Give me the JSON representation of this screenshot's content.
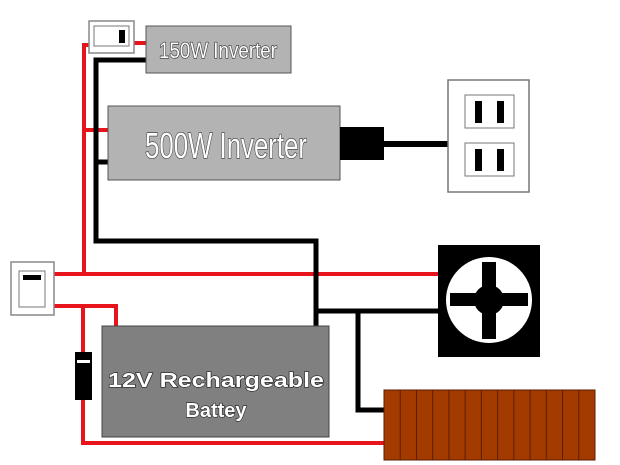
{
  "diagram": {
    "title": "12V battery power system wiring",
    "components": {
      "inverter_small": {
        "label": "150W Inverter"
      },
      "inverter_large": {
        "label": "500W Inverter"
      },
      "battery": {
        "label_line1": "12V Rechargeable",
        "label_line2": "Battey"
      },
      "outlet": {
        "type": "duplex-outlet",
        "sockets": 2
      },
      "fan": {
        "type": "fan"
      },
      "heater": {
        "type": "heater",
        "segments": 13
      },
      "switch_top": {
        "type": "switch"
      },
      "switch_left": {
        "type": "switch"
      },
      "fuse": {
        "type": "fuse"
      }
    },
    "colors": {
      "positive_wire": "#e8141b",
      "negative_wire": "#000000",
      "inverter_fill": "#b3b3b3",
      "battery_fill": "#808080",
      "heater_fill": "#a33a00",
      "heater_lines": "#5a1e00"
    }
  }
}
